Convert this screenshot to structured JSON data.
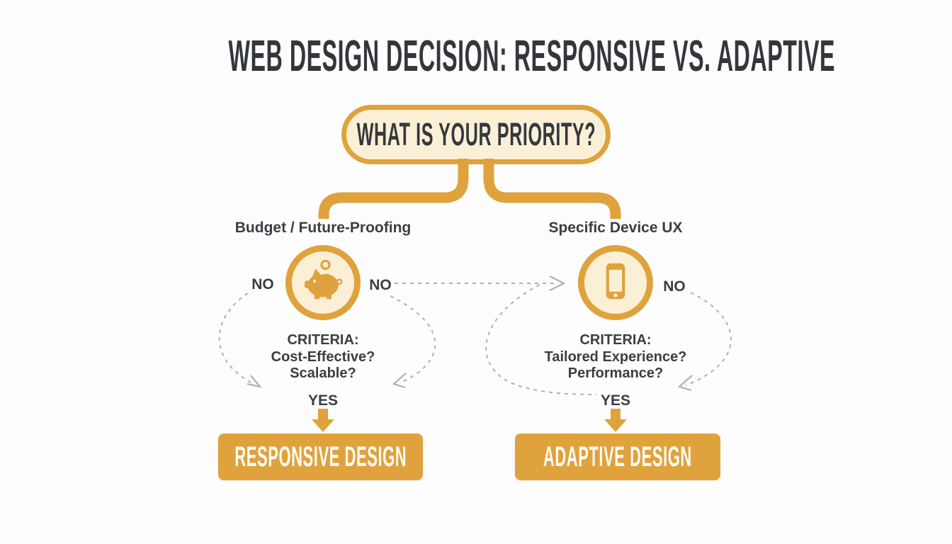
{
  "header": {
    "title": "WEB DESIGN DECISION: RESPONSIVE VS. ADAPTIVE"
  },
  "question": {
    "label": "WHAT IS YOUR PRIORITY?"
  },
  "branches": {
    "left": {
      "label": "Budget / Future-Proofing",
      "icon": "piggy-bank-icon",
      "no_left": "NO",
      "no_right": "NO",
      "criteria_title": "CRITERIA:",
      "criteria": [
        "Cost-Effective?",
        "Scalable?"
      ],
      "yes": "YES",
      "result": "RESPONSIVE DESIGN"
    },
    "right": {
      "label": "Specific Device UX",
      "icon": "smartphone-icon",
      "no_right": "NO",
      "criteria_title": "CRITERIA:",
      "criteria": [
        "Tailored Experience?",
        "Performance?"
      ],
      "yes": "YES",
      "result": "ADAPTIVE DESIGN"
    }
  },
  "colors": {
    "orange": "#DFA23C",
    "cream": "#FBF0D6",
    "dark_text": "#363A40",
    "dashed_gray": "#A9B1B9",
    "background": "#FDFDFD",
    "result_text": "#FCFAF4"
  }
}
